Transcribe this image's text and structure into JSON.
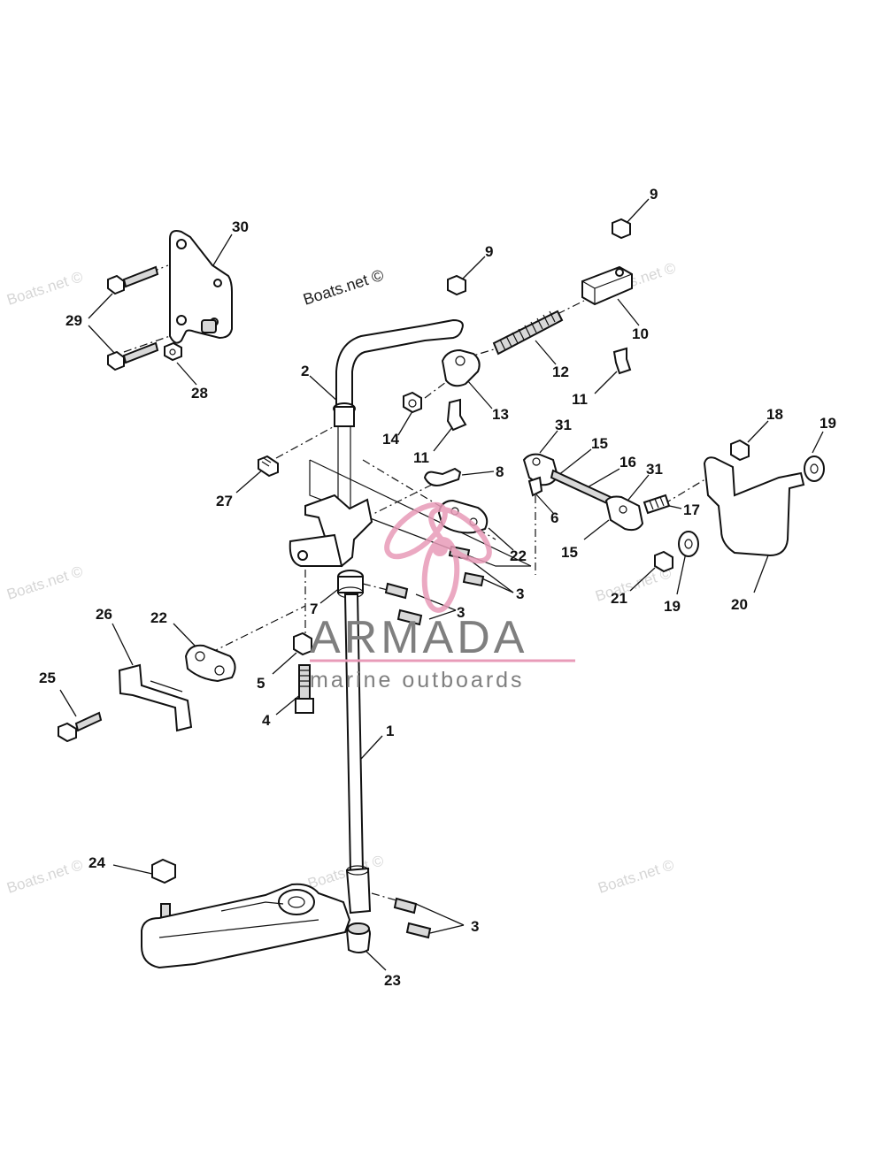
{
  "watermarks": {
    "site": "Boats.net ©",
    "brand_name": "ARMADA",
    "brand_tagline": "marine outboards"
  },
  "colors": {
    "brand_pink": "#e89bb8",
    "brand_gray": "#7f7f7f",
    "line": "#111111",
    "watermark": "#d6d6d6"
  },
  "labels": {
    "p1": "1",
    "p2": "2",
    "p3a": "3",
    "p3b": "3",
    "p3c": "3",
    "p4": "4",
    "p5": "5",
    "p6": "6",
    "p7": "7",
    "p8": "8",
    "p9a": "9",
    "p9b": "9",
    "p10": "10",
    "p11a": "11",
    "p11b": "11",
    "p12": "12",
    "p13": "13",
    "p14": "14",
    "p15a": "15",
    "p15b": "15",
    "p16": "16",
    "p17": "17",
    "p18": "18",
    "p19a": "19",
    "p19b": "19",
    "p20": "20",
    "p21": "21",
    "p22a": "22",
    "p22b": "22",
    "p23": "23",
    "p24": "24",
    "p25": "25",
    "p26": "26",
    "p27": "27",
    "p28": "28",
    "p29": "29",
    "p30": "30",
    "p31a": "31",
    "p31b": "31"
  }
}
